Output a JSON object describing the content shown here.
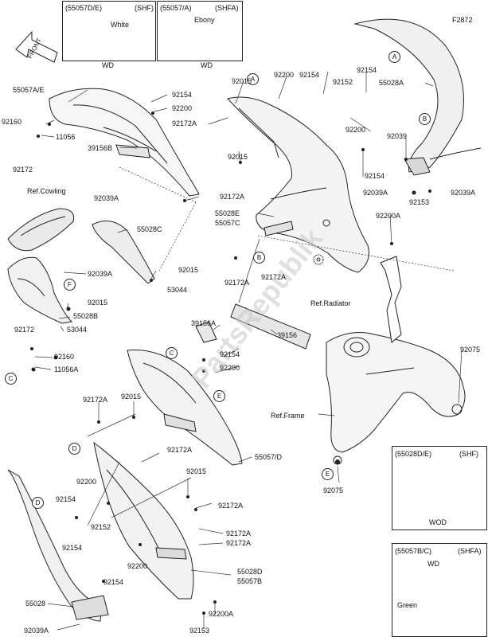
{
  "figure_code": "F2872",
  "front_label": "FRONT",
  "watermark": "PartsRepublik",
  "insets": {
    "top_left": {
      "code": "(55057D/E)",
      "variant": "(SHF)",
      "color": "White",
      "caption": "WD"
    },
    "top_right": {
      "code": "(55057/A)",
      "variant": "(SHFA)",
      "color": "Ebony",
      "caption": "WD"
    },
    "bottom_mid": {
      "code": "(55028D/E)",
      "variant": "(SHF)",
      "caption": "WOD"
    },
    "bottom_low": {
      "code": "(55057B/C)",
      "variant": "(SHFA)",
      "caption": "WD",
      "color": "Green"
    }
  },
  "refs": {
    "cowling": "Ref.Cowling",
    "radiator": "Ref.Radiator",
    "frame": "Ref.Frame"
  },
  "letters": [
    "A",
    "A",
    "B",
    "B",
    "C",
    "C",
    "D",
    "D",
    "E",
    "E",
    "F"
  ],
  "part_labels": [
    "55057A/E",
    "92154",
    "92200",
    "92160",
    "11056",
    "92172",
    "39156B",
    "92015",
    "92200",
    "92154",
    "92152",
    "92154",
    "55028A",
    "92172A",
    "92015",
    "92200",
    "92039",
    "92154",
    "92039A",
    "92153",
    "92039A",
    "92172A",
    "55028E",
    "55057C",
    "92200A",
    "92039A",
    "55028C",
    "92015",
    "53044",
    "92039A",
    "92015",
    "55028B",
    "53044",
    "92172",
    "92160",
    "11056A",
    "92172A",
    "92172A",
    "39156A",
    "39156",
    "92154",
    "92200",
    "92075",
    "92075",
    "92172A",
    "92015",
    "55057/D",
    "92172A",
    "92200",
    "92154",
    "92152",
    "92154",
    "92015",
    "92172A",
    "92172A",
    "92172A",
    "92200",
    "92154",
    "55028D",
    "55057B",
    "55028",
    "92039A",
    "92153",
    "92200A"
  ]
}
